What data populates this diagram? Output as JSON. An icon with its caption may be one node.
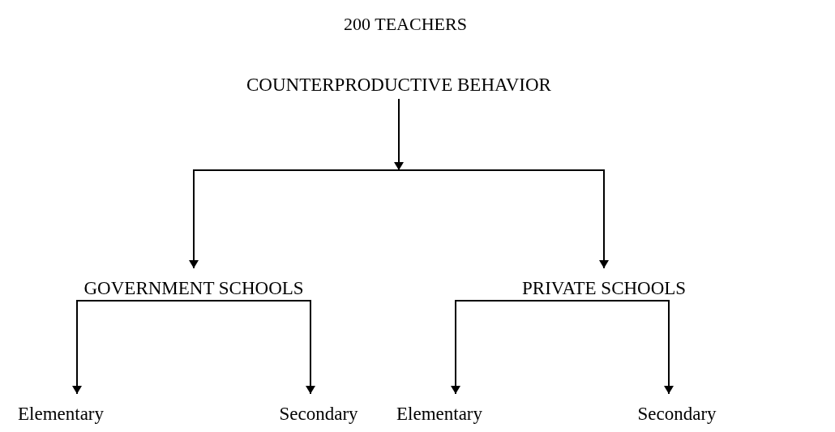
{
  "diagram": {
    "title": "200 TEACHERS",
    "nodes": [
      {
        "text": [
          "COUNTERPRODUCTIVE BEHAVIOR"
        ]
      },
      {
        "text": [
          "GOVERNMENT SCHOOLS"
        ]
      },
      {
        "text": [
          "PRIVATE SCHOOLS"
        ]
      },
      {
        "text": [
          "Elementary"
        ]
      },
      {
        "text": [
          "Secondary"
        ]
      },
      {
        "text": [
          "Elementary"
        ]
      },
      {
        "text": [
          "Secondary"
        ]
      }
    ],
    "edges": [
      {
        "from": 0,
        "to": 1,
        "arrow": "to"
      },
      {
        "from": 0,
        "to": 2,
        "arrow": "to"
      },
      {
        "from": 1,
        "to": 3,
        "arrow": "to"
      },
      {
        "from": 1,
        "to": 4,
        "arrow": "to"
      },
      {
        "from": 2,
        "to": 5,
        "arrow": "to"
      },
      {
        "from": 2,
        "to": 6,
        "arrow": "to"
      }
    ]
  }
}
